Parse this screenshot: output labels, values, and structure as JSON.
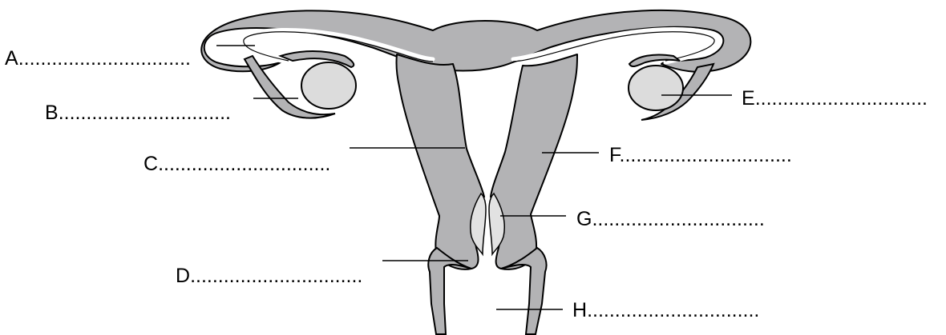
{
  "labels": [
    {
      "letter": "A",
      "blank": "..............................."
    },
    {
      "letter": "B",
      "blank": "..............................."
    },
    {
      "letter": "C",
      "blank": "..............................."
    },
    {
      "letter": "D",
      "blank": "..............................."
    },
    {
      "letter": "E",
      "blank": "..............................."
    },
    {
      "letter": "F",
      "blank": "..............................."
    },
    {
      "letter": "G",
      "blank": "..............................."
    },
    {
      "letter": "H",
      "blank": "..............................."
    }
  ],
  "colors": {
    "tissue": "#b3b3b5",
    "ovary": "#dcdcdc",
    "cervix": "#e2e2e2",
    "outline": "#000000",
    "background": "#ffffff"
  }
}
